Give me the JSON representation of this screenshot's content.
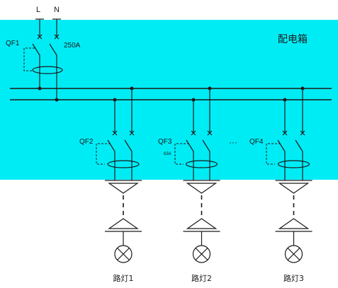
{
  "colors": {
    "panel": "#00ecf5",
    "ink": "#1a1a1a",
    "background": "#ffffff"
  },
  "title": "配电箱",
  "terminals": {
    "line": "L",
    "neutral": "N"
  },
  "main_breaker": {
    "label": "QF1",
    "rating": "250A"
  },
  "branches": [
    {
      "breaker": "QF2",
      "rating": "",
      "lamp": "路灯1"
    },
    {
      "breaker": "QF3",
      "rating": "63A",
      "lamp": "路灯2"
    },
    {
      "breaker": "QF4",
      "rating": "",
      "lamp": "路灯3"
    }
  ],
  "ellipsis": "···",
  "icons": [
    "breaker-switch-icon",
    "current-transformer-icon",
    "cable-terminal-icon",
    "lamp-icon"
  ]
}
